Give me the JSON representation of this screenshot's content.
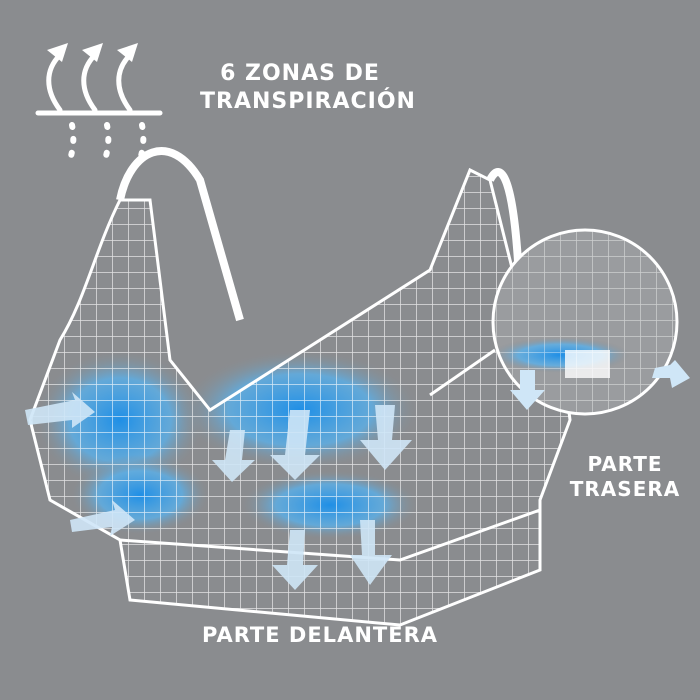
{
  "title": {
    "line1": "6 ZONAS DE",
    "line2": "TRANSPIRACIÓN"
  },
  "rear_label": {
    "line1": "PARTE",
    "line2": "TRASERA"
  },
  "front_label": "PARTE DELANTERA",
  "colors": {
    "background": "#8a8c8f",
    "accent": "#2e9be8",
    "line": "#ffffff"
  },
  "icons": [
    "breathability-icon",
    "bra-wireframe-illustration",
    "back-view-inset",
    "airflow-arrow"
  ]
}
